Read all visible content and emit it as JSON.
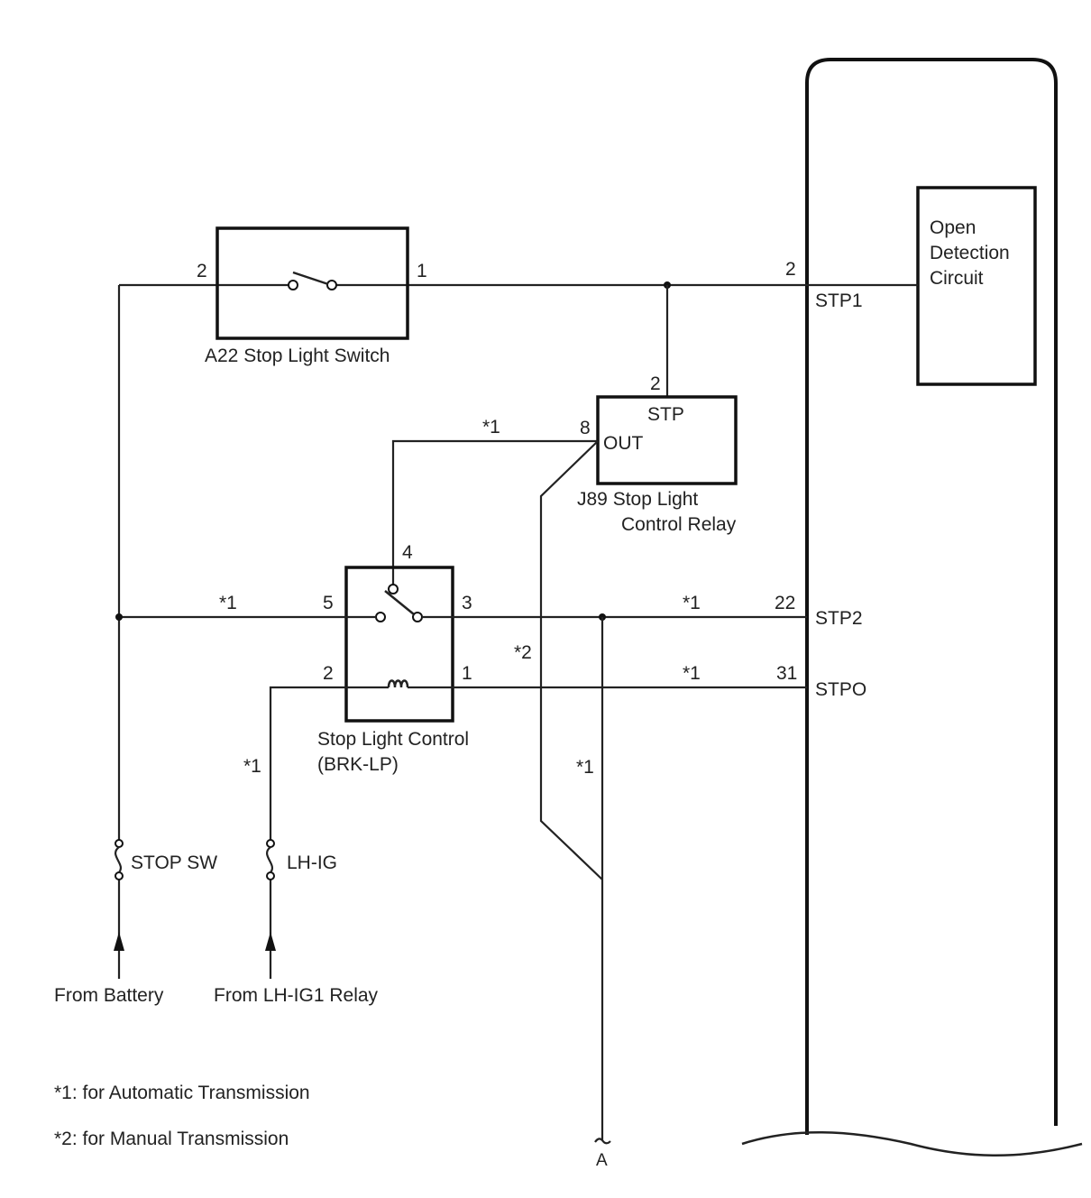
{
  "ecu": {
    "pins": {
      "stp1": {
        "num": "2",
        "name": "STP1"
      },
      "stp2": {
        "num": "22",
        "name": "STP2"
      },
      "stpo": {
        "num": "31",
        "name": "STPO"
      }
    },
    "open_detection": [
      "Open",
      "Detection",
      "Circuit"
    ]
  },
  "stop_light_switch": {
    "label": "A22  Stop Light Switch",
    "pin_left": "2",
    "pin_right": "1"
  },
  "relay_j89": {
    "pin_top": "2",
    "pin_left": "8",
    "top_text": "STP",
    "out_text": "OUT",
    "label_line1": "J89  Stop Light",
    "label_line2": "Control Relay"
  },
  "brk_lp": {
    "label_line1": "Stop Light Control",
    "label_line2": "(BRK-LP)",
    "pins": {
      "p4": "4",
      "p5": "5",
      "p3": "3",
      "p2": "2",
      "p1": "1"
    }
  },
  "wire_notes": {
    "out_wire": "*1",
    "stp2_left": "*1",
    "stp2_right": "*1",
    "stpo_right": "*1",
    "lhig_vertical": "*1",
    "manual_branch": "*2",
    "a_vertical": "*1"
  },
  "fuses": {
    "stop_sw": "STOP SW",
    "lh_ig": "LH-IG"
  },
  "sources": {
    "battery": "From Battery",
    "lh_ig1": "From LH-IG1 Relay"
  },
  "connector_a": "A",
  "footnotes": [
    "*1: for Automatic Transmission",
    "*2: for Manual Transmission"
  ]
}
